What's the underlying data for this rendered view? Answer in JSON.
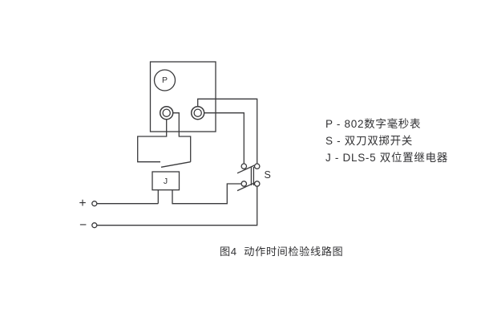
{
  "figure": {
    "caption": "图4  动作时间检验线路图"
  },
  "legend": {
    "items": [
      "P - 802数字毫秒表",
      "S - 双刀双掷开关",
      "J - DLS-5 双位置继电器"
    ]
  },
  "diagram": {
    "meter_label": "P",
    "relay_label": "J",
    "switch_label": "S",
    "positive_label": "+",
    "negative_label": "−"
  },
  "colors": {
    "line": "#3a3a3c",
    "text": "#323234",
    "background": "#ffffff"
  }
}
